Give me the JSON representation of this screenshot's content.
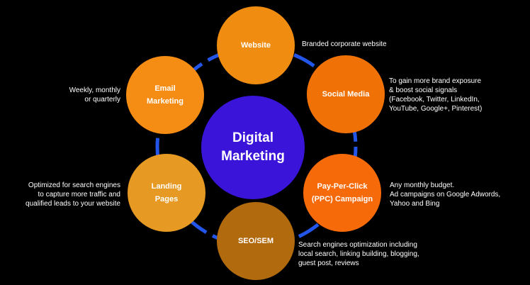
{
  "colors": {
    "background": "#000000",
    "ring": "#2255e8",
    "center": "#3a14d9",
    "website": "#f08d10",
    "social_media": "#f07207",
    "email_marketing": "#f58c13",
    "landing_pages": "#e69a23",
    "ppc_campaign": "#f76a0a",
    "seo_sem": "#b26a0e",
    "text": "#ffffff"
  },
  "center": {
    "label": "Digital\nMarketing"
  },
  "nodes": {
    "website": {
      "label": "Website",
      "description": "Branded corporate website"
    },
    "social_media": {
      "label": "Social Media",
      "description": "To gain more brand exposure\n& boost social signals\n(Facebook, Twitter, LinkedIn,\nYouTube, Google+, Pinterest)"
    },
    "email_marketing": {
      "label": "Email\nMarketing",
      "description": "Weekly, monthly\nor quarterly"
    },
    "landing_pages": {
      "label": "Landing\nPages",
      "description": "Optimized for search engines\nto capture more traffic and\nqualified leads to your website"
    },
    "ppc_campaign": {
      "label": "Pay-Per-Click\n(PPC) Campaign",
      "description": "Any monthly budget.\nAd campaigns on Google Adwords,\nYahoo and Bing"
    },
    "seo_sem": {
      "label": "SEO/SEM",
      "description": "Search engines optimization including\nlocal search, linking building, blogging,\nguest post, reviews"
    }
  }
}
